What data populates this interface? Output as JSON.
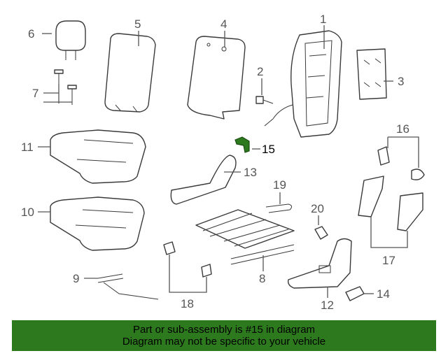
{
  "diagram": {
    "callouts": [
      "1",
      "2",
      "3",
      "4",
      "5",
      "6",
      "7",
      "8",
      "9",
      "10",
      "11",
      "12",
      "13",
      "14",
      "15",
      "16",
      "17",
      "18",
      "19",
      "20"
    ],
    "highlighted_part": "15",
    "highlight_color": "#2d7a1e"
  },
  "banner": {
    "line1": "Part or sub-assembly is #15 in diagram",
    "line2": "Diagram may not be specific to your vehicle",
    "background": "#2d7a1e"
  }
}
